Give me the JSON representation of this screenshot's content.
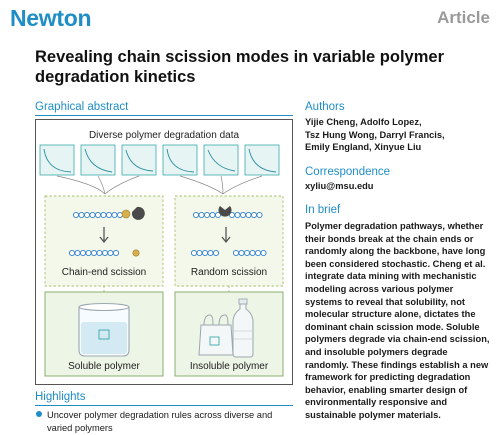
{
  "journal": "Newton",
  "article_type": "Article",
  "title": "Revealing chain scission modes in variable polymer degradation kinetics",
  "graphical_abstract": {
    "heading": "Graphical abstract",
    "top_label": "Diverse polymer degradation data",
    "mode_left": "Chain-end scission",
    "mode_right": "Random scission",
    "polymer_left": "Soluble polymer",
    "polymer_right": "Insoluble polymer"
  },
  "authors": {
    "heading": "Authors",
    "names": [
      "Yijie Cheng, Adolfo Lopez,",
      "Tsz Hung Wong, Darryl Francis,",
      "Emily England, Xinyue Liu"
    ]
  },
  "correspondence": {
    "heading": "Correspondence",
    "email": "xyliu@msu.edu"
  },
  "in_brief": {
    "heading": "In brief",
    "lines": [
      "Polymer degradation pathways, whether",
      "their bonds break at the chain ends or",
      "randomly along the backbone, have long",
      "been considered stochastic. Cheng et al.",
      "integrate data mining with mechanistic",
      "modeling across various polymer",
      "systems to reveal that solubility, not",
      "molecular structure alone, dictates the",
      "dominant chain scission mode. Soluble",
      "polymers degrade via chain-end scission,",
      "and insoluble polymers degrade",
      "randomly. These findings establish a new",
      "framework for predicting degradation",
      "behavior, enabling smarter design of",
      "environmentally responsive and",
      "sustainable polymer materials."
    ]
  },
  "highlights": {
    "heading": "Highlights",
    "items": [
      "Uncover polymer degradation rules across diverse and",
      "varied polymers"
    ]
  }
}
